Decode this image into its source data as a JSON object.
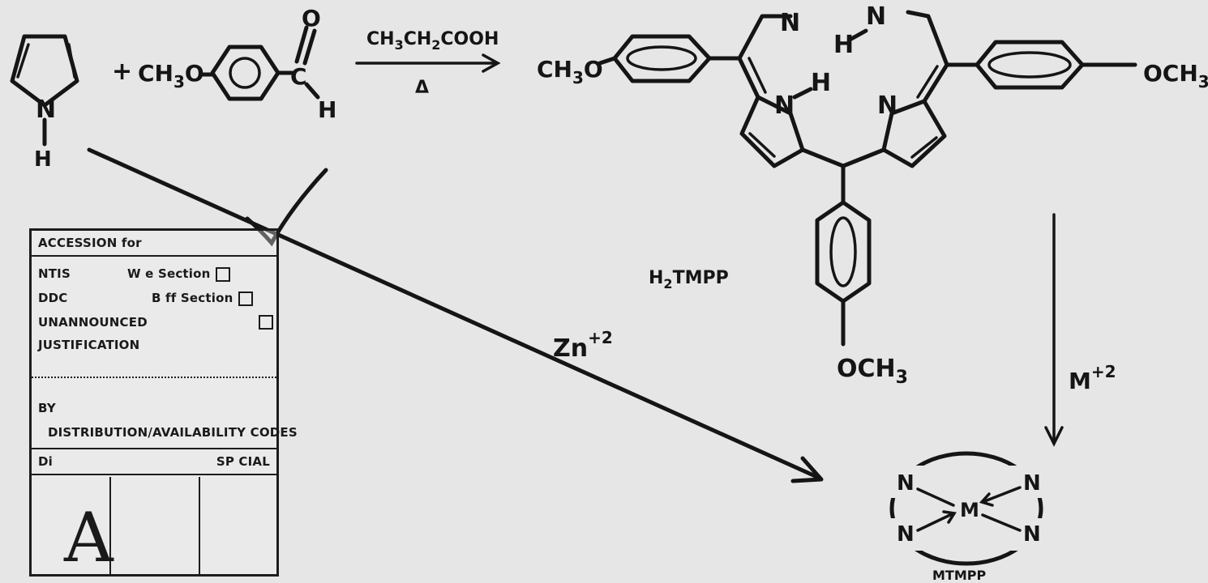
{
  "reactants": {
    "pyrrole_n": "N",
    "pyrrole_h": "H",
    "plus": "+",
    "methoxy_left": "CH",
    "methoxy_left_sub": "3",
    "methoxy_left_o": "O",
    "aldehyde_o": "O",
    "aldehyde_c": "C",
    "aldehyde_h": "H"
  },
  "arrow_reaction": {
    "reagent_pre": "CH",
    "reagent_sub1": "3",
    "reagent_mid": "CH",
    "reagent_sub2": "2",
    "reagent_post": "COOH",
    "condition": "Δ"
  },
  "porphyrin": {
    "left_group": "CH",
    "left_group_sub": "3",
    "left_group_o": "O",
    "right_group": "OCH",
    "right_group_sub": "3",
    "bottom_group": "OCH",
    "bottom_group_sub": "3",
    "n_top_left": "N",
    "n_top_right": "N",
    "h_top_right": "H",
    "n_bottom_left": "N",
    "h_bottom_left": "H",
    "n_bottom_right": "N",
    "name_h": "H",
    "name_sub": "2",
    "name_rest": "TMPP"
  },
  "zinc_path": {
    "ion": "Zn",
    "charge": "+2"
  },
  "metal_path": {
    "ion": "M",
    "charge": "+2"
  },
  "product": {
    "n1": "N",
    "n2": "N",
    "n3": "N",
    "n4": "N",
    "metal": "M",
    "name": "MTMPP"
  },
  "accession_stamp": {
    "header": "ACCESSION for",
    "row_ntis": "NTIS",
    "row_ntis_right": "W  e Section",
    "row_ddc": "DDC",
    "row_ddc_right": "B  ff Section",
    "row_unannounced": "UNANNOUNCED",
    "row_justification": "JUSTIFICATION",
    "row_by": "BY",
    "row_distribution": "DISTRIBUTION/AVAILABILITY CODES",
    "row_dist_left": "Di",
    "row_dist_right": "SP CIAL",
    "handwritten_mark": "A"
  }
}
